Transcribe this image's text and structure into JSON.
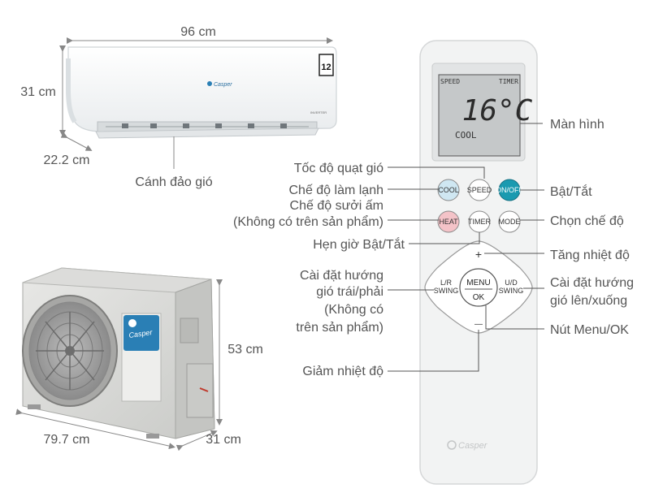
{
  "dimensions": {
    "indoor_width": "96 cm",
    "indoor_height": "31 cm",
    "indoor_depth": "22.2 cm",
    "outdoor_height": "53 cm",
    "outdoor_width": "79.7 cm",
    "outdoor_depth": "31 cm"
  },
  "indoor_unit": {
    "brand": "Casper",
    "badge": "12",
    "tag": "INVERTER",
    "louver_label": "Cánh đảo gió"
  },
  "outdoor_unit": {
    "brand": "Casper"
  },
  "remote": {
    "display_top_left": "SPEED",
    "display_top_right": "TIMER",
    "display_temp": "16°C",
    "display_mode": "COOL",
    "buttons": {
      "cool": "COOL",
      "speed": "SPEED",
      "onoff": "ON/OFF",
      "heat": "HEAT",
      "timer": "TIMER",
      "mode": "MODE",
      "plus": "+",
      "minus": "—",
      "lr_swing_1": "L/R",
      "lr_swing_2": "SWING",
      "ud_swing_1": "U/D",
      "ud_swing_2": "SWING",
      "menu": "MENU",
      "ok": "OK"
    },
    "brand": "Casper"
  },
  "callouts": {
    "screen": "Màn hình",
    "fan_speed": "Tốc độ quạt gió",
    "cool_mode": "Chế độ làm lạnh",
    "heat_mode_1": "Chế độ sưởi ấm",
    "heat_mode_2": "(Không có trên sản phẩm)",
    "timer": "Hẹn giờ Bật/Tắt",
    "lr_1": "Cài đặt hướng",
    "lr_2": "gió trái/phải",
    "lr_3": "(Không có",
    "lr_4": "trên sản phẩm)",
    "temp_down": "Giảm nhiệt độ",
    "power": "Bật/Tắt",
    "mode": "Chọn chế độ",
    "temp_up": "Tăng nhiệt độ",
    "ud_1": "Cài đặt hướng",
    "ud_2": "gió lên/xuống",
    "menu_ok": "Nút Menu/OK"
  }
}
